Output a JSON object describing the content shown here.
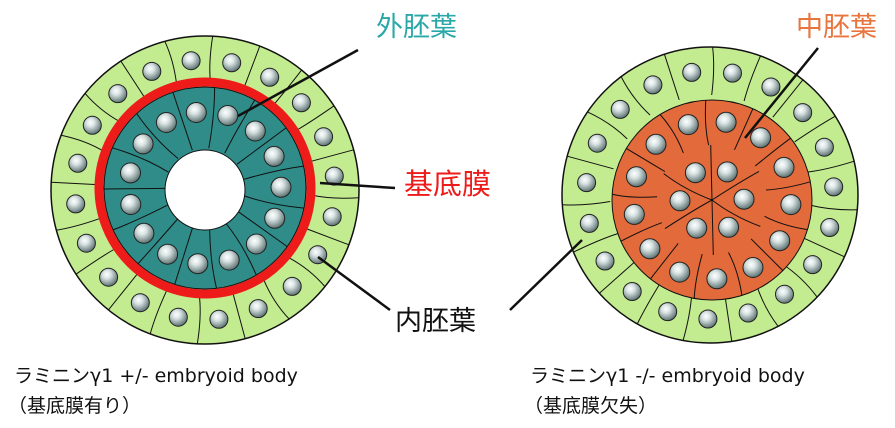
{
  "labels": {
    "ectoderm": "外胚葉",
    "mesoderm": "中胚葉",
    "basement_membrane": "基底膜",
    "endoderm": "内胚葉"
  },
  "captions": {
    "left_line1": "ラミニンγ1 +/- embryoid body",
    "left_line2": "（基底膜有り）",
    "right_line1": "ラミニンγ1 -/- embryoid body",
    "right_line2": "（基底膜欠失）"
  },
  "colors": {
    "outer_layer": "#c3eb8f",
    "inner_layer_left": "#2f8c88",
    "inner_layer_right": "#e36a3a",
    "basement_membrane": "#ee1b1b",
    "ectoderm_label": "#2aa7a8",
    "mesoderm_label": "#e8743e",
    "basement_membrane_label": "#ee1b1b",
    "endoderm_label": "#111111"
  }
}
